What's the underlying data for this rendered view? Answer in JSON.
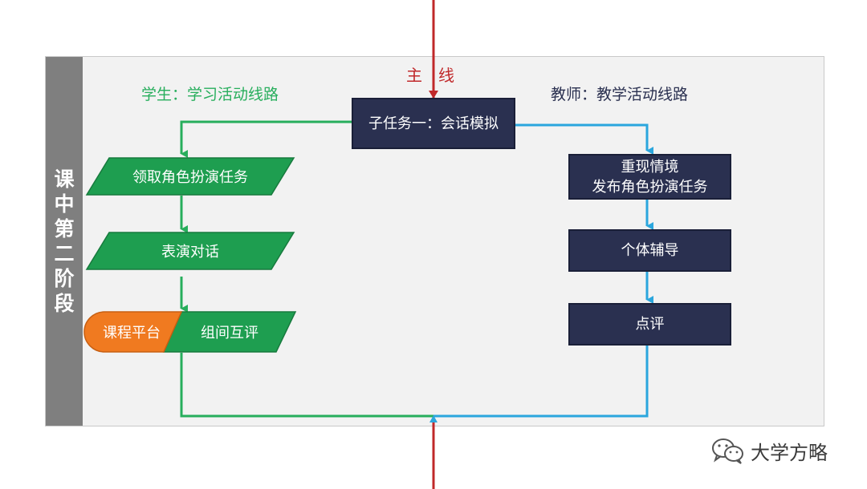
{
  "side_title": [
    "课",
    "中",
    "第",
    "二",
    "阶",
    "段"
  ],
  "main_line_label": "主　线",
  "student_route_title": "学生：学习活动线路",
  "teacher_route_title": "教师：教学活动线路",
  "center_task": "子任务一：会话模拟",
  "student_steps": [
    "领取角色扮演任务",
    "表演对话",
    "组间互评"
  ],
  "platform_label": "课程平台",
  "teacher_steps": [
    {
      "line1": "重现情境",
      "line2": "发布角色扮演任务"
    },
    {
      "line1": "个体辅导",
      "line2": ""
    },
    {
      "line1": "点评",
      "line2": ""
    }
  ],
  "watermark": "大学方略",
  "colors": {
    "main_line": "#c0282a",
    "student": "#27ae5c",
    "student_fill": "#1e9e50",
    "teacher": "#2ba6dd",
    "teacher_box": "#2a3050",
    "platform": "#f07a20",
    "side_bar": "#7f7f7f",
    "panel": "#f2f2f2"
  }
}
